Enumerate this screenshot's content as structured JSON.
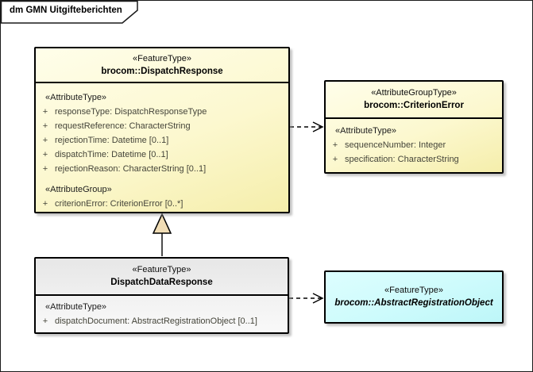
{
  "frame": {
    "label": "dm GMN Uitgifteberichten"
  },
  "colors": {
    "box_yellow_top": "#FFFEEA",
    "box_yellow_bottom": "#F5EEAB",
    "box_gray_top": "#E9E9E9",
    "box_gray_bottom": "#F9F9F9",
    "box_cyan_top": "#DDFEFE",
    "box_cyan_bottom": "#BDF6F8",
    "generalization_triangle_fill": "#F1DDB5",
    "border": "#000000",
    "attribute_text": "#45453A"
  },
  "boxes": {
    "dispatch_response": {
      "stereotype": "«FeatureType»",
      "name": "brocom::DispatchResponse",
      "sections": [
        {
          "heading": "«AttributeType»",
          "attributes": [
            {
              "vis": "+",
              "text": "responseType: DispatchResponseType"
            },
            {
              "vis": "+",
              "text": "requestReference: CharacterString"
            },
            {
              "vis": "+",
              "text": "rejectionTime: Datetime [0..1]"
            },
            {
              "vis": "+",
              "text": "dispatchTime: Datetime [0..1]"
            },
            {
              "vis": "+",
              "text": "rejectionReason: CharacterString [0..1]"
            }
          ]
        },
        {
          "heading": "«AttributeGroup»",
          "attributes": [
            {
              "vis": "+",
              "text": "criterionError: CriterionError [0..*]"
            }
          ]
        }
      ]
    },
    "criterion_error": {
      "stereotype": "«AttributeGroupType»",
      "name": "brocom::CriterionError",
      "sections": [
        {
          "heading": "«AttributeType»",
          "attributes": [
            {
              "vis": "+",
              "text": "sequenceNumber: Integer"
            },
            {
              "vis": "+",
              "text": "specification: CharacterString"
            }
          ]
        }
      ]
    },
    "dispatch_data_response": {
      "stereotype": "«FeatureType»",
      "name": "DispatchDataResponse",
      "sections": [
        {
          "heading": "«AttributeType»",
          "attributes": [
            {
              "vis": "+",
              "text": "dispatchDocument: AbstractRegistrationObject [0..1]"
            }
          ]
        }
      ]
    },
    "abstract_registration_object": {
      "stereotype": "«FeatureType»",
      "name": "brocom::AbstractRegistrationObject"
    }
  },
  "connectors": [
    {
      "type": "dependency",
      "from": "brocom::DispatchResponse",
      "to": "brocom::CriterionError",
      "style": "dashed-open-arrow"
    },
    {
      "type": "generalization",
      "from": "DispatchDataResponse",
      "to": "brocom::DispatchResponse",
      "style": "solid-hollow-triangle"
    },
    {
      "type": "dependency",
      "from": "DispatchDataResponse",
      "to": "brocom::AbstractRegistrationObject",
      "style": "dashed-open-arrow"
    }
  ]
}
